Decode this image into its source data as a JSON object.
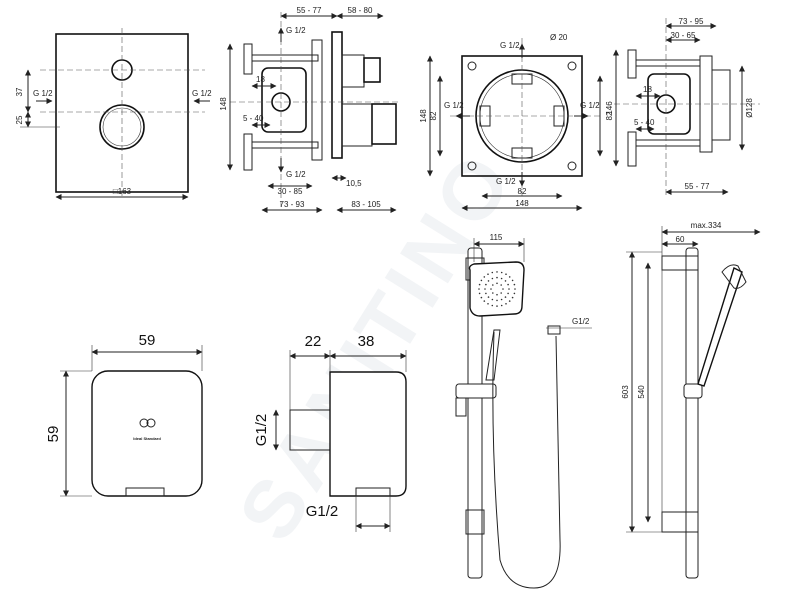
{
  "watermark": "SANITINO",
  "brand_logo_text": "Ideal Standard",
  "top_row": {
    "front_view": {
      "dim_37": "37",
      "dim_25": "25",
      "g_left": "G 1/2",
      "g_right": "G 1/2",
      "dim_163": "□163"
    },
    "side_section": {
      "dim_55_77": "55 - 77",
      "dim_58_80": "58 - 80",
      "g_top": "G 1/2",
      "dim_18": "18",
      "dim_148": "148",
      "dim_5_40": "5 - 40",
      "g_bottom": "G 1/2",
      "dim_30_85": "30 - 85",
      "dim_10_5": "10,5",
      "dim_73_93": "73 - 93",
      "dim_83_105": "83 - 105"
    },
    "body_front": {
      "g_top": "G 1/2",
      "dia_20": "Ø 20",
      "dim_148_left": "148",
      "dim_82_left": "82",
      "g_left": "G 1/2",
      "g_right": "G 1/2",
      "dim_82_right": "82",
      "g_bottom": "G 1/2",
      "dim_82_bottom": "82",
      "dim_148_bottom": "148"
    },
    "body_side": {
      "dim_73_95": "73 - 95",
      "dim_30_65": "30 - 65",
      "dim_146": "146",
      "dim_18": "18",
      "dia_128": "Ø128",
      "dim_5_40": "5 - 40",
      "dim_55_77": "55 - 77"
    }
  },
  "bottom_row": {
    "outlet_front": {
      "width": "59",
      "height": "59"
    },
    "outlet_side": {
      "dim_22": "22",
      "dim_38": "38",
      "g_top": "G1/2",
      "g_bottom": "G1/2"
    },
    "shower_set": {
      "dim_115": "115",
      "hose_thread": "G1/2"
    },
    "rail_side": {
      "dim_max": "max.334",
      "dim_60": "60",
      "dim_603": "603",
      "dim_540": "540"
    }
  }
}
